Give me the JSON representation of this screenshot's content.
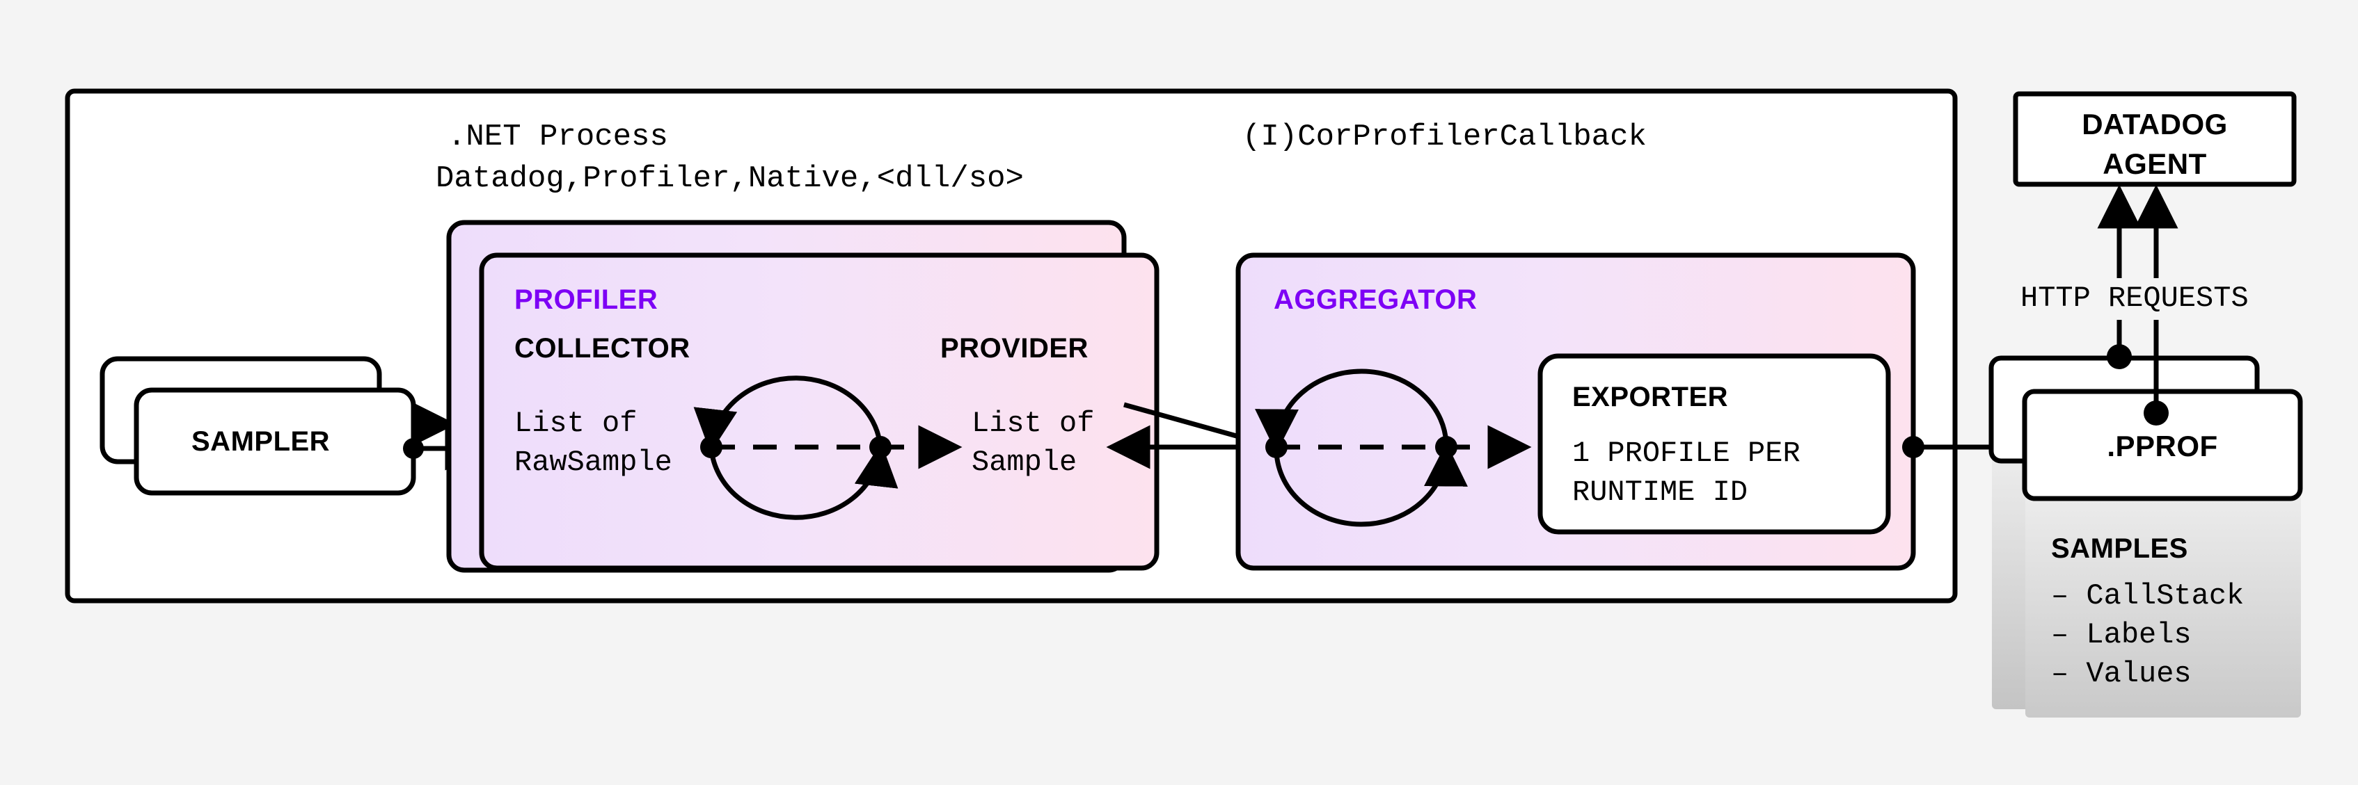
{
  "diagram": {
    "title_process": ".NET Process",
    "title_module": "Datadog,Profiler,Native,<dll/so>",
    "title_callback": "(I)CorProfilerCallback",
    "background_color": "#f4f4f4",
    "accent_purple": "#7d00f5",
    "gradient_from": "#eedcfb",
    "gradient_to": "#fde4ef"
  },
  "sampler": {
    "label": "SAMPLER",
    "stacked": true
  },
  "profiler": {
    "title": "PROFILER",
    "collector": {
      "heading": "COLLECTOR",
      "payload_line1": "List of",
      "payload_line2": "RawSample"
    },
    "provider": {
      "heading": "PROVIDER",
      "payload_line1": "List of",
      "payload_line2": "Sample"
    }
  },
  "aggregator": {
    "title": "AGGREGATOR",
    "exporter": {
      "heading": "EXPORTER",
      "detail_line1": "1 PROFILE PER",
      "detail_line2": "RUNTIME ID"
    }
  },
  "agent": {
    "line1": "DATADOG",
    "line2": "AGENT",
    "transport_label": "HTTP REQUESTS"
  },
  "pprof": {
    "label": ".PPROF",
    "samples_heading": "SAMPLES",
    "samples_items": [
      "– CallStack",
      "– Labels",
      "– Values"
    ]
  }
}
